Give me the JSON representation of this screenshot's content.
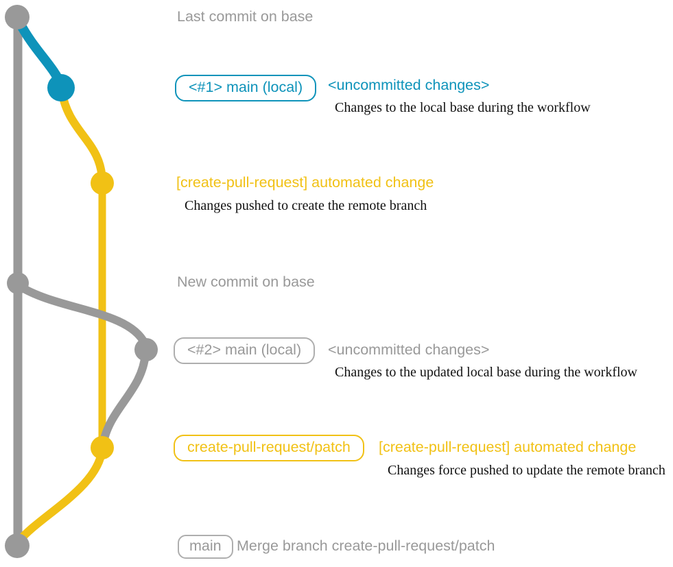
{
  "colors": {
    "gray": "#999999",
    "gray_border": "#aeaeae",
    "blue": "#0e93ba",
    "yellow": "#f1c115",
    "ink": "#111111",
    "background": "#ffffff"
  },
  "annotations": {
    "last_commit": {
      "label": "Last commit on base"
    },
    "local_main_1": {
      "badge": "<#1> main (local)",
      "title": "<uncommitted changes>",
      "desc": "Changes to the local base during the workflow"
    },
    "automated_change_1": {
      "title": "[create-pull-request] automated change",
      "desc": "Changes pushed to create the remote branch"
    },
    "new_commit": {
      "label": "New commit on base"
    },
    "local_main_2": {
      "badge": "<#2> main (local)",
      "title": "<uncommitted changes>",
      "desc": "Changes to the updated local base during the workflow"
    },
    "patch_update": {
      "badge": "create-pull-request/patch",
      "title": "[create-pull-request] automated change",
      "desc": "Changes force pushed to update the remote branch"
    },
    "merge": {
      "badge": "main",
      "label": "Merge branch create-pull-request/patch"
    }
  }
}
